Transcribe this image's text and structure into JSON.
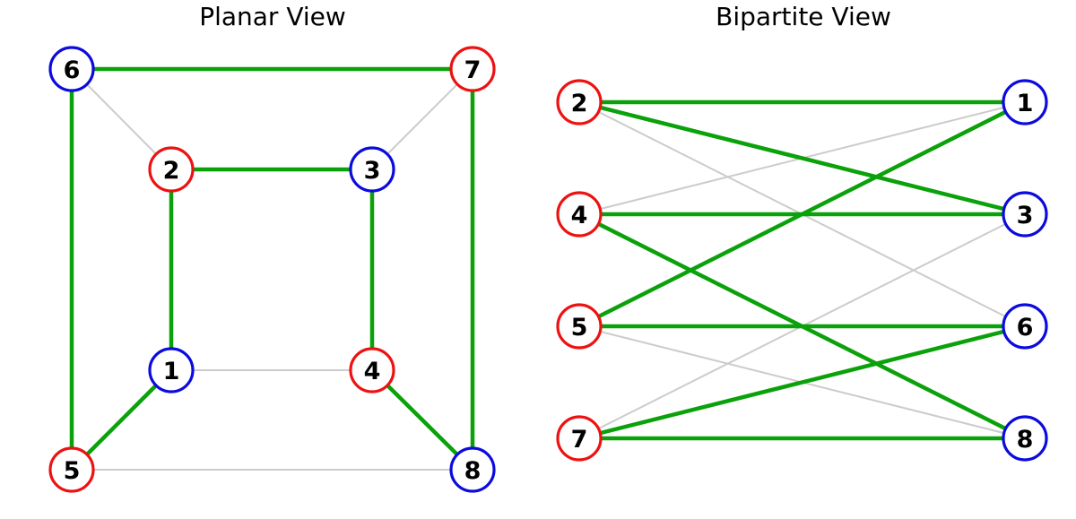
{
  "colors": {
    "part_a": "#ee1111",
    "part_b": "#0b0bdd",
    "matched_edge": "#0aa10a",
    "other_edge": "#cccccc",
    "node_fill": "#ffffff"
  },
  "planar": {
    "title": "Planar View",
    "nodes": [
      {
        "id": "1",
        "part": "b"
      },
      {
        "id": "2",
        "part": "a"
      },
      {
        "id": "3",
        "part": "b"
      },
      {
        "id": "4",
        "part": "a"
      },
      {
        "id": "5",
        "part": "a"
      },
      {
        "id": "6",
        "part": "b"
      },
      {
        "id": "7",
        "part": "a"
      },
      {
        "id": "8",
        "part": "b"
      }
    ]
  },
  "bipartite": {
    "title": "Bipartite View",
    "left_nodes": [
      "2",
      "4",
      "5",
      "7"
    ],
    "right_nodes": [
      "1",
      "3",
      "6",
      "8"
    ]
  },
  "edges": [
    {
      "from": "6",
      "to": "7",
      "matched": true
    },
    {
      "from": "6",
      "to": "5",
      "matched": true
    },
    {
      "from": "7",
      "to": "8",
      "matched": true
    },
    {
      "from": "2",
      "to": "3",
      "matched": true
    },
    {
      "from": "2",
      "to": "1",
      "matched": true
    },
    {
      "from": "3",
      "to": "4",
      "matched": true
    },
    {
      "from": "1",
      "to": "5",
      "matched": true
    },
    {
      "from": "4",
      "to": "8",
      "matched": true
    },
    {
      "from": "6",
      "to": "2",
      "matched": false
    },
    {
      "from": "7",
      "to": "3",
      "matched": false
    },
    {
      "from": "1",
      "to": "4",
      "matched": false
    },
    {
      "from": "5",
      "to": "8",
      "matched": false
    }
  ]
}
